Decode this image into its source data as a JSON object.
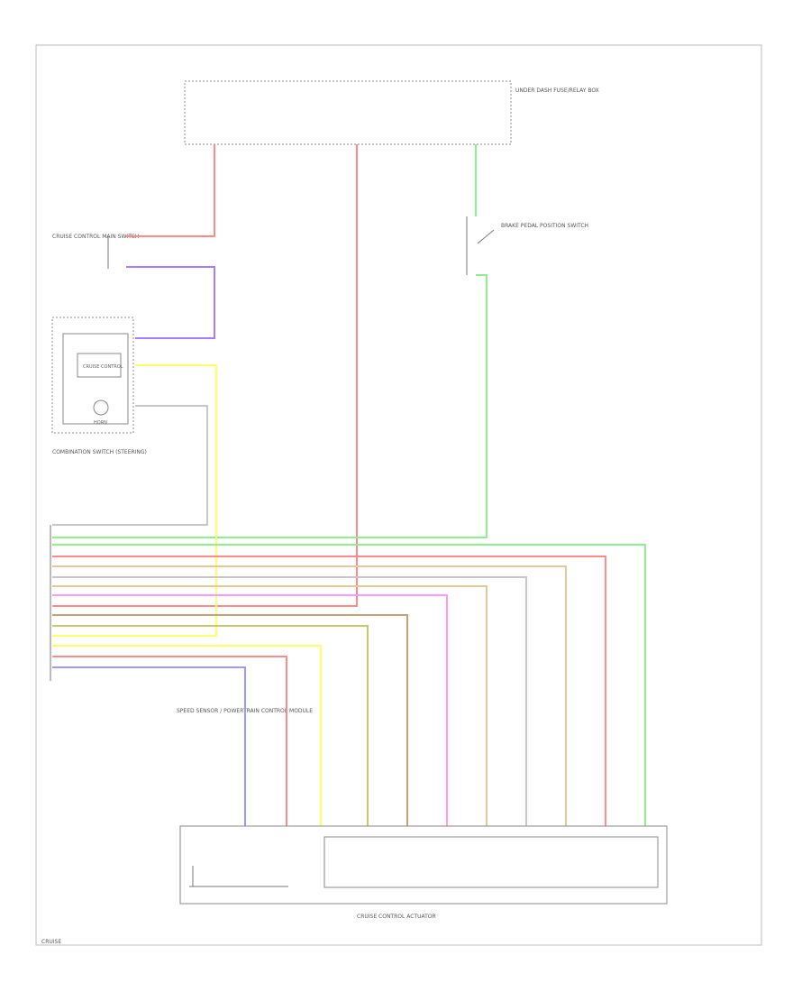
{
  "diagram": {
    "fuse_box_label": "UNDER DASH FUSE/RELAY BOX",
    "cruise_switch_label": "CRUISE CONTROL MAIN SWITCH",
    "brake_switch_label": "BRAKE PEDAL POSITION SWITCH",
    "combination_switch_label": "COMBINATION SWITCH (STEERING)",
    "cruise_control_label": "CRUISE CONTROL",
    "horn_label": "HORN",
    "connector_label": "SPEED SENSOR / POWERTRAIN CONTROL MODULE",
    "module_label": "CRUISE CONTROL ACTUATOR",
    "page_code": "CRUISE",
    "wire_colors": {
      "red": "#ff8a8a",
      "pink": "#ff99ff",
      "yellow": "#ffff66",
      "green": "#8cf08c",
      "blue": "#9999ff",
      "purple": "#a67cff",
      "olive": "#c8c86e",
      "brown": "#c8a078",
      "tan": "#e6c896",
      "gray": "#c8c8c8"
    }
  }
}
